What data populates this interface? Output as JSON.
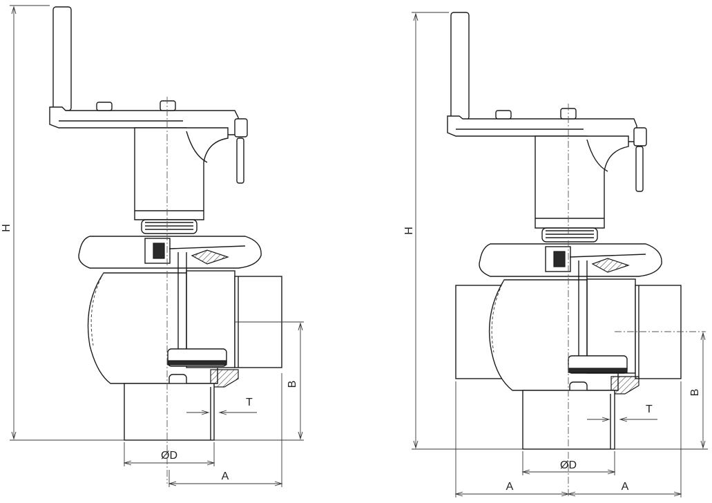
{
  "labels": {
    "height": "H",
    "outlet_height": "B",
    "wall_thickness": "T",
    "diameter": "ØD",
    "offset": "A"
  }
}
